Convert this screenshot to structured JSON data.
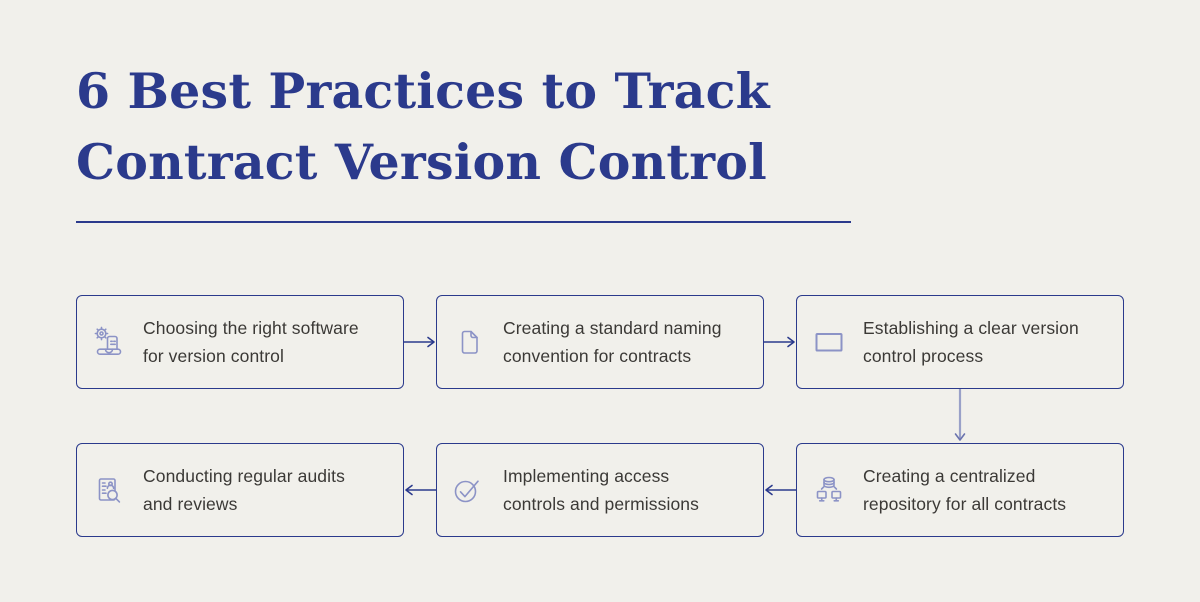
{
  "colors": {
    "bg": "#F1F0EB",
    "accent": "#2B3A8C",
    "text": "#3B3936",
    "icon": "#8C93C6",
    "connector": "#9AA1C8",
    "connector_head": "#6A73AE"
  },
  "header": {
    "title_lines": [
      "6 Best Practices to Track",
      "Contract Version Control"
    ]
  },
  "flow": {
    "direction": "top row left-to-right, down, bottom row right-to-left",
    "steps": [
      {
        "order": 1,
        "icon": "laptop-gear-icon",
        "label": "Choosing the right software for version control",
        "lines": [
          "Choosing the right software",
          "for version control"
        ]
      },
      {
        "order": 2,
        "icon": "document-icon",
        "label": "Creating a standard naming convention for contracts",
        "lines": [
          "Creating a standard naming",
          "convention for contracts"
        ]
      },
      {
        "order": 3,
        "icon": "window-frame-icon",
        "label": "Establishing a clear version control process",
        "lines": [
          "Establishing a clear version",
          "control process"
        ]
      },
      {
        "order": 4,
        "icon": "repository-network-icon",
        "label": "Creating a centralized repository for all contracts",
        "lines": [
          "Creating a centralized",
          "repository for all contracts"
        ]
      },
      {
        "order": 5,
        "icon": "check-circle-icon",
        "label": "Implementing access controls and permissions",
        "lines": [
          "Implementing access",
          "controls and permissions"
        ]
      },
      {
        "order": 6,
        "icon": "audit-search-icon",
        "label": "Conducting regular audits and reviews",
        "lines": [
          "Conducting regular audits",
          "and reviews"
        ]
      }
    ]
  }
}
